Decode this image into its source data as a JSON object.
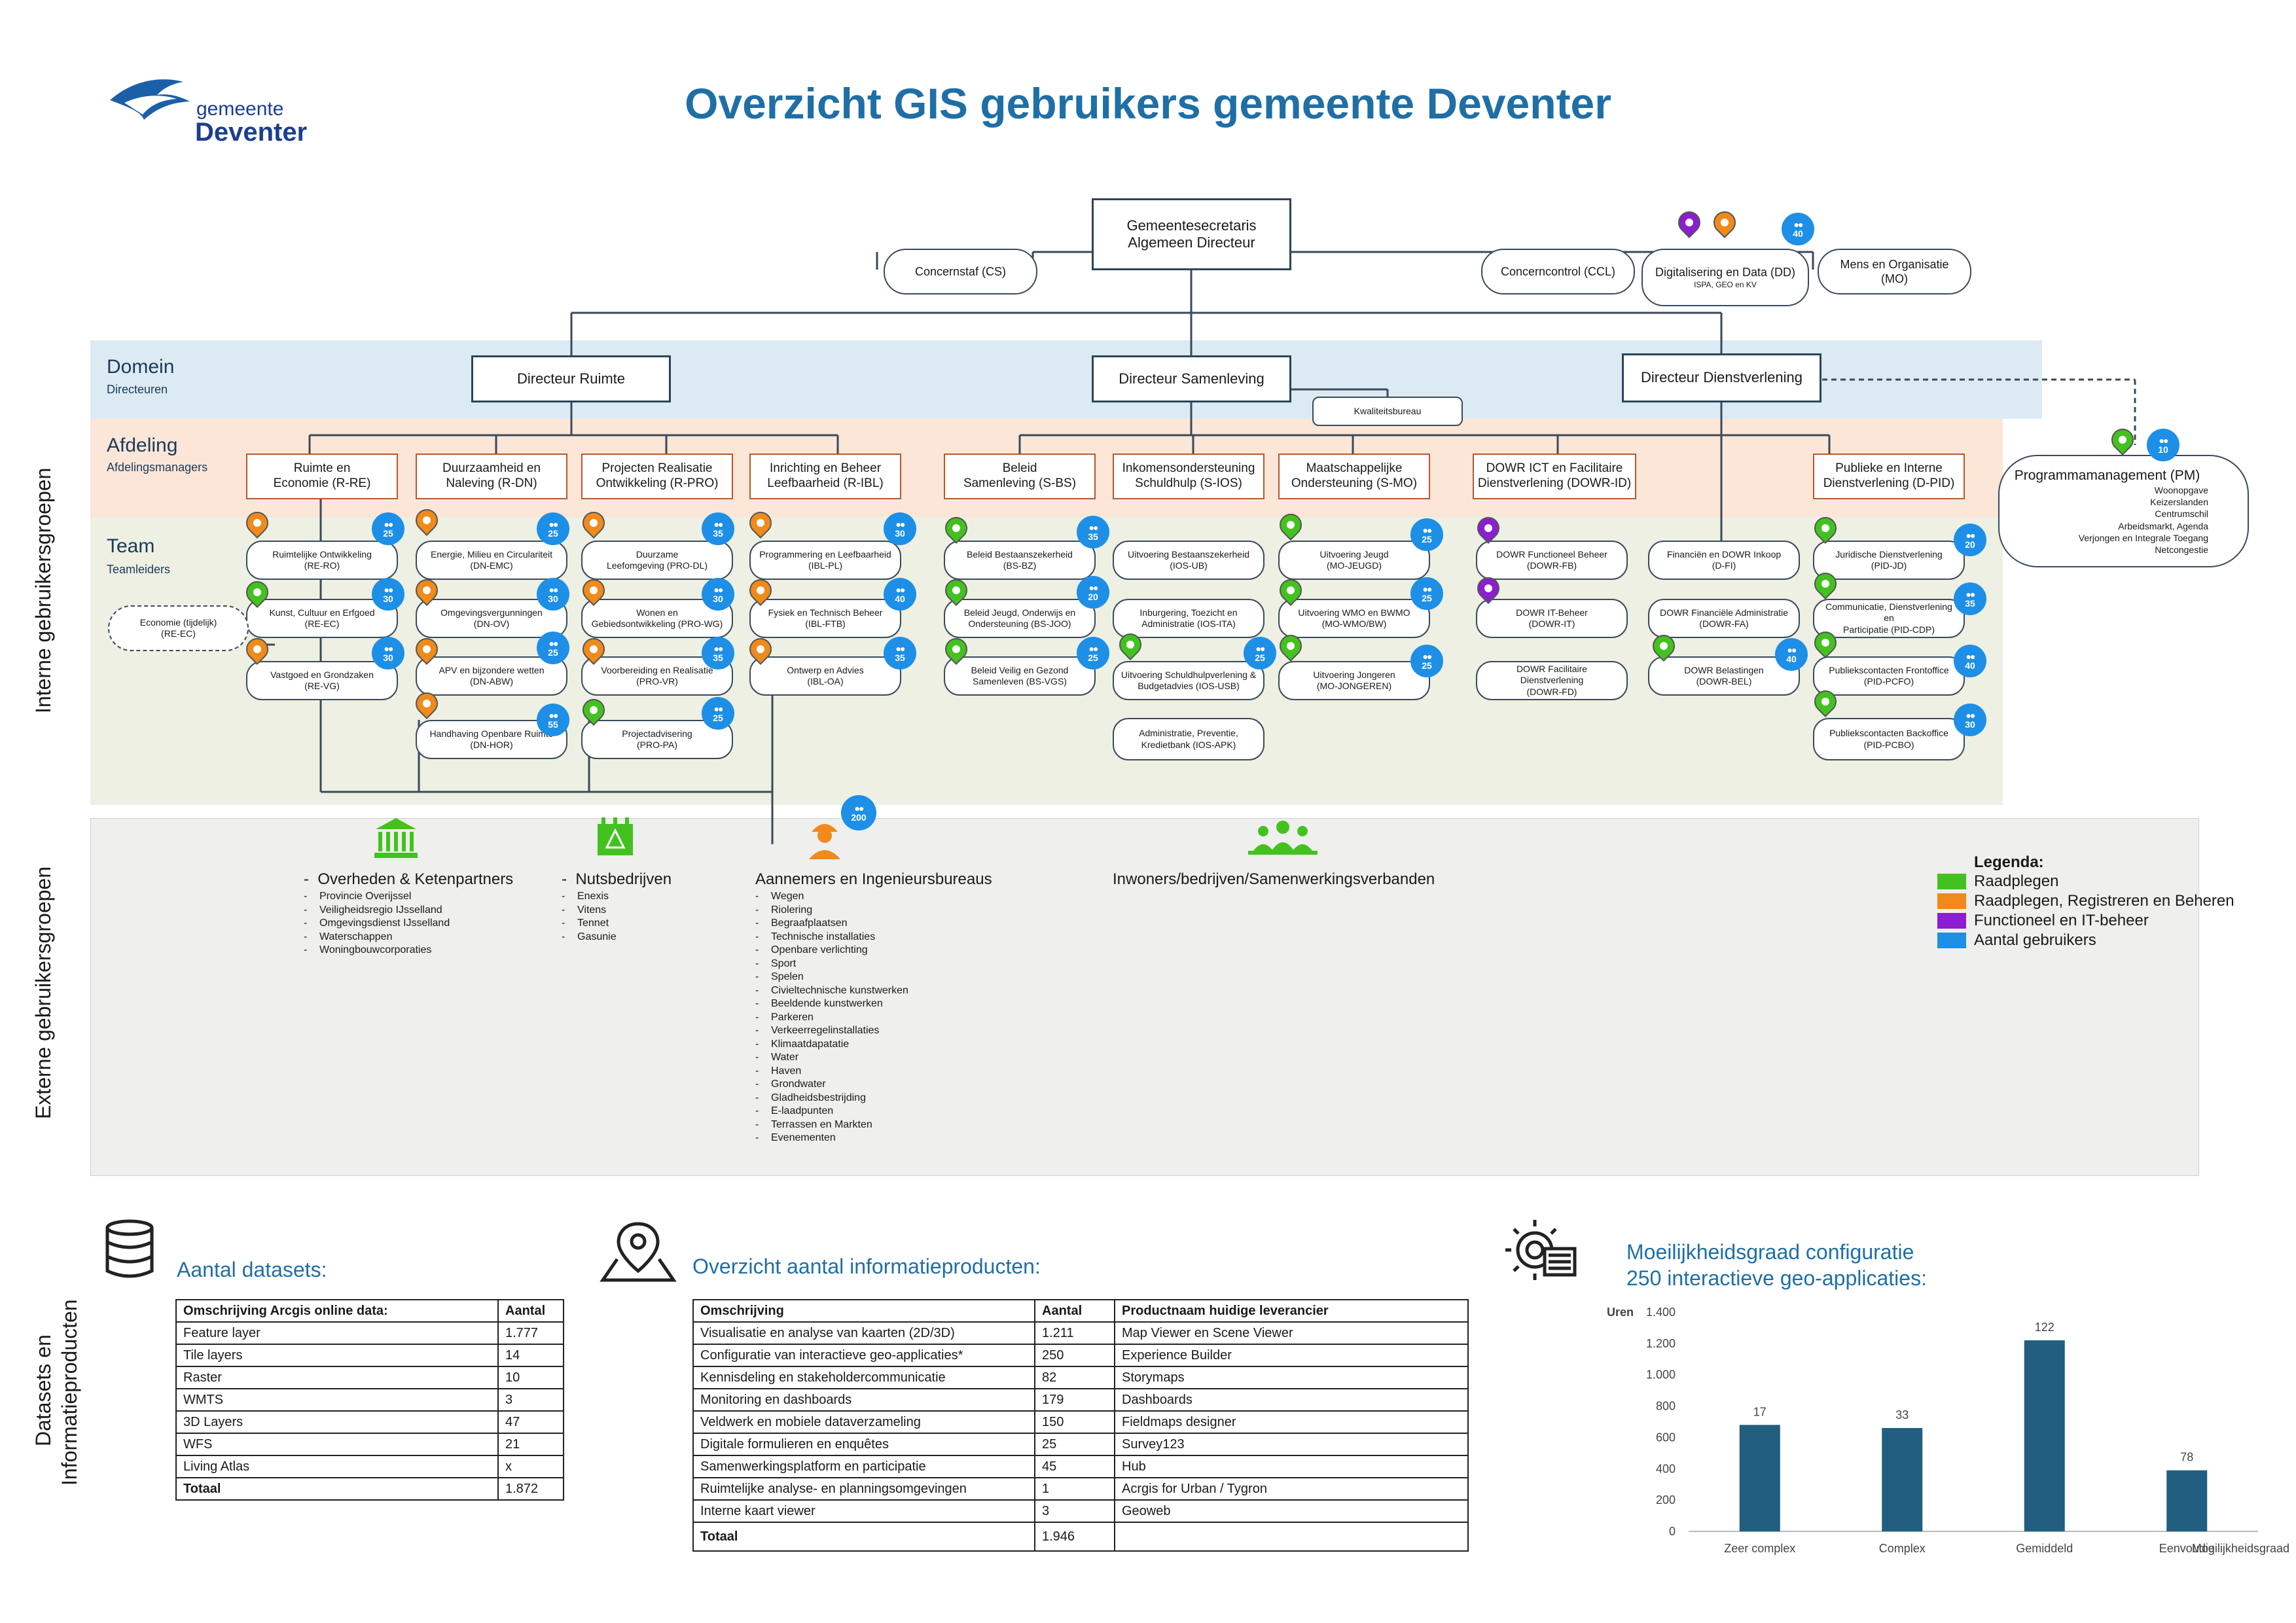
{
  "page": {
    "title": "Overzicht GIS gebruikers gemeente Deventer"
  },
  "logo": {
    "line1": "gemeente",
    "line2": "Deventer"
  },
  "side_labels": {
    "intern": "Interne gebruikersgroepen",
    "extern": "Externe gebruikersgroepen",
    "datasets": "Datasets en",
    "datasets2": "Informatieproducten"
  },
  "bands": {
    "domein": {
      "label": "Domein",
      "sub": "Directeuren"
    },
    "afdeling": {
      "label": "Afdeling",
      "sub": "Afdelingsmanagers"
    },
    "team": {
      "label": "Team",
      "sub": "Teamleiders"
    }
  },
  "top": {
    "secretaris": [
      "Gemeentesecretaris",
      "Algemeen Directeur"
    ],
    "concernstaf": "Concernstaf (CS)",
    "concerncontrol": "Concerncontrol (CCL)",
    "digitalisering": "Digitalisering en Data (DD)",
    "digitalisering_sub": "ISPA, GEO en KV",
    "digitalisering_badge": "40",
    "mens": "Mens en Organisatie (MO)"
  },
  "directeuren": {
    "ruimte": "Directeur Ruimte",
    "samenleving": "Directeur Samenleving",
    "dienstverlening": "Directeur Dienstverlening",
    "kwaliteit": "Kwaliteitsbureau"
  },
  "afdelingen": {
    "re": [
      "Ruimte en",
      "Economie (R-RE)"
    ],
    "dn": [
      "Duurzaamheid en",
      "Naleving (R-DN)"
    ],
    "pro": [
      "Projecten Realisatie",
      "Ontwikkeling (R-PRO)"
    ],
    "ibl": [
      "Inrichting en Beheer",
      "Leefbaarheid (R-IBL)"
    ],
    "bs": [
      "Beleid",
      "Samenleving (S-BS)"
    ],
    "ios": [
      "Inkomensondersteuning",
      "Schuldhulp (S-IOS)"
    ],
    "mo": [
      "Maatschappelijke",
      "Ondersteuning (S-MO)"
    ],
    "dowr": [
      "DOWR ICT en Facilitaire",
      "Dienstverlening (DOWR-ID)"
    ],
    "pid": [
      "Publieke en Interne",
      "Dienstverlening (D-PID)"
    ]
  },
  "programma": {
    "title": "Programmamanagement (PM)",
    "items": [
      "Woonopgave",
      "Keizerslanden",
      "Centrumschil",
      "Arbeidsmarkt, Agenda",
      "Verjongen en Integrale Toegang",
      "Netcongestie"
    ],
    "badge": "10"
  },
  "teams": {
    "re_ro": [
      "Ruimtelijke Ontwikkeling",
      "(RE-RO)"
    ],
    "re_ro_b": "25",
    "re_ec": [
      "Kunst, Cultuur en Erfgoed",
      "(RE-EC)"
    ],
    "re_ec_b": "30",
    "re_vg": [
      "Vastgoed en Grondzaken",
      "(RE-VG)"
    ],
    "re_vg_b": "30",
    "re_ec_tmp": [
      "Economie (tijdelijk)",
      "(RE-EC)"
    ],
    "dn_emc": [
      "Energie, Milieu en Circulariteit",
      "(DN-EMC)"
    ],
    "dn_emc_b": "25",
    "dn_ov": [
      "Omgevingsvergunningen",
      "(DN-OV)"
    ],
    "dn_ov_b": "30",
    "dn_abw": [
      "APV en bijzondere wetten",
      "(DN-ABW)"
    ],
    "dn_abw_b": "25",
    "dn_hor": [
      "Handhaving Openbare Ruimte",
      "(DN-HOR)"
    ],
    "dn_hor_b": "55",
    "pro_dl": [
      "Duurzame",
      "Leefomgeving (PRO-DL)"
    ],
    "pro_dl_b": "35",
    "pro_wg": [
      "Wonen en",
      "Gebiedsontwikkeling (PRO-WG)"
    ],
    "pro_wg_b": "30",
    "pro_vr": [
      "Voorbereiding en Realisatie",
      "(PRO-VR)"
    ],
    "pro_vr_b": "35",
    "pro_pa": [
      "Projectadvisering",
      "(PRO-PA)"
    ],
    "pro_pa_b": "25",
    "ibl_pl": [
      "Programmering en Leefbaarheid",
      "(IBL-PL)"
    ],
    "ibl_pl_b": "30",
    "ibl_ftb": [
      "Fysiek en Technisch Beheer",
      "(IBL-FTB)"
    ],
    "ibl_ftb_b": "40",
    "ibl_oa": [
      "Ontwerp en Advies",
      "(IBL-OA)"
    ],
    "ibl_oa_b": "35",
    "bs_bz": [
      "Beleid Bestaanszekerheid",
      "(BS-BZ)"
    ],
    "bs_bz_b": "35",
    "bs_joo": [
      "Beleid Jeugd, Onderwijs en",
      "Ondersteuning (BS-JOO)"
    ],
    "bs_joo_b": "20",
    "bs_vgs": [
      "Beleid Veilig en Gezond",
      "Samenleven (BS-VGS)"
    ],
    "bs_vgs_b": "25",
    "ios_ub": [
      "Uitvoering Bestaanszekerheid",
      "(IOS-UB)"
    ],
    "ios_ita": [
      "Inburgering, Toezicht en",
      "Administratie (IOS-ITA)"
    ],
    "ios_usb": [
      "Uitvoering Schuldhulpverlening &",
      "Budgetadvies (IOS-USB)"
    ],
    "ios_usb_b": "25",
    "ios_apk": [
      "Administratie, Preventie,",
      "Kredietbank (IOS-APK)"
    ],
    "mo_jeugd": [
      "Uitvoering Jeugd",
      "(MO-JEUGD)"
    ],
    "mo_jeugd_b": "25",
    "mo_wmo": [
      "Uitvoering WMO en BWMO",
      "(MO-WMO/BW)"
    ],
    "mo_wmo_b": "25",
    "mo_jong": [
      "Uitvoering Jongeren",
      "(MO-JONGEREN)"
    ],
    "mo_jong_b": "25",
    "dowr_fb": [
      "DOWR Functioneel Beheer",
      "(DOWR-FB)"
    ],
    "dowr_it": [
      "DOWR IT-Beheer",
      "(DOWR-IT)"
    ],
    "dowr_fd": [
      "DOWR Facilitaire Dienstverlening",
      "(DOWR-FD)"
    ],
    "d_fi": [
      "Financiën en DOWR Inkoop",
      "(D-FI)"
    ],
    "dowr_fa": [
      "DOWR Financiële Administratie",
      "(DOWR-FA)"
    ],
    "dowr_bel": [
      "DOWR Belastingen",
      "(DOWR-BEL)"
    ],
    "dowr_bel_b": "40",
    "pid_jd": [
      "Juridische Dienstverlening",
      "(PID-JD)"
    ],
    "pid_jd_b": "20",
    "pid_cdp": [
      "Communicatie, Dienstverlening en",
      "Participatie (PID-CDP)"
    ],
    "pid_cdp_b": "35",
    "pid_pcfo": [
      "Publiekscontacten Frontoffice",
      "(PID-PCFO)"
    ],
    "pid_pcfo_b": "40",
    "pid_pcbo": [
      "Publiekscontacten Backoffice",
      "(PID-PCBO)"
    ],
    "pid_pcbo_b": "30"
  },
  "extern": {
    "badge": "200",
    "overheden": {
      "title": "Overheden & Ketenpartners",
      "items": [
        "Provincie Overijssel",
        "Veiligheidsregio IJsselland",
        "Omgevingsdienst IJsselland",
        "Waterschappen",
        "Woningbouwcorporaties"
      ]
    },
    "nuts": {
      "title": "Nutsbedrijven",
      "items": [
        "Enexis",
        "Vitens",
        "Tennet",
        "Gasunie"
      ]
    },
    "aannemers": {
      "title": "Aannemers en Ingenieursbureaus",
      "items": [
        "Wegen",
        "Riolering",
        "Begraafplaatsen",
        "Technische installaties",
        "Openbare verlichting",
        "Sport",
        "Spelen",
        "Civieltechnische kunstwerken",
        "Beeldende kunstwerken",
        "Parkeren",
        "Verkeerregelinstallaties",
        "Klimaatdapatatie",
        "Water",
        "Haven",
        "Grondwater",
        "Gladheidsbestrijding",
        "E-laadpunten",
        "Terrassen en Markten",
        "Evenementen"
      ]
    },
    "inwoners": {
      "title": "Inwoners/bedrijven/Samenwerkingsverbanden"
    }
  },
  "legend": {
    "title": "Legenda:",
    "items": [
      {
        "label": "Raadplegen",
        "color": "#43c21f"
      },
      {
        "label": "Raadplegen, Registreren en Beheren",
        "color": "#f08a1a"
      },
      {
        "label": "Functioneel en IT-beheer",
        "color": "#8a1ed0"
      },
      {
        "label": "Aantal gebruikers",
        "color": "#1e8fe6"
      }
    ]
  },
  "datasets": {
    "title": "Aantal datasets:",
    "headers": [
      "Omschrijving Arcgis online data:",
      "Aantal"
    ],
    "rows": [
      [
        "Feature layer",
        "1.777"
      ],
      [
        "Tile layers",
        "14"
      ],
      [
        "Raster",
        "10"
      ],
      [
        "WMTS",
        "3"
      ],
      [
        "3D Layers",
        "47"
      ],
      [
        "WFS",
        "21"
      ],
      [
        "Living Atlas",
        "x"
      ],
      [
        "Totaal",
        "1.872"
      ]
    ]
  },
  "producten": {
    "title": "Overzicht aantal informatieproducten:",
    "headers": [
      "Omschrijving",
      "Aantal",
      "Productnaam huidige leverancier"
    ],
    "rows": [
      [
        "Visualisatie en analyse van kaarten (2D/3D)",
        "1.211",
        "Map Viewer en Scene Viewer"
      ],
      [
        "Configuratie van interactieve geo-applicaties*",
        "250",
        "Experience Builder"
      ],
      [
        "Kennisdeling en stakeholdercommunicatie",
        "82",
        "Storymaps"
      ],
      [
        "Monitoring en dashboards",
        "179",
        "Dashboards"
      ],
      [
        "Veldwerk en mobiele dataverzameling",
        "150",
        "Fieldmaps designer"
      ],
      [
        "Digitale formulieren en enquêtes",
        "25",
        "Survey123"
      ],
      [
        "Samenwerkingsplatform en participatie",
        "45",
        "Hub"
      ],
      [
        "Ruimtelijke analyse- en planningsomgevingen",
        "1",
        "Acrgis for Urban / Tygron"
      ],
      [
        "Interne kaart viewer",
        "3",
        "Geoweb"
      ],
      [
        "Totaal",
        "1.946",
        ""
      ]
    ]
  },
  "chart_data": {
    "type": "bar",
    "title": "Moeilijkheidsgraad configuratie",
    "subtitle": "250 interactieve geo-applicaties:",
    "ylabel": "Uren",
    "xlabel": "Moeilijkheidsgraad",
    "categories": [
      "Zeer complex",
      "Complex",
      "Gemiddeld",
      "Eenvoudig"
    ],
    "values": [
      680,
      660,
      1220,
      390
    ],
    "data_labels": [
      "17",
      "33",
      "122",
      "78"
    ],
    "ylim": [
      0,
      1400
    ],
    "yticks": [
      "0",
      "200",
      "400",
      "600",
      "800",
      "1.000",
      "1.200",
      "1.400"
    ],
    "bar_color": "#215e80"
  }
}
